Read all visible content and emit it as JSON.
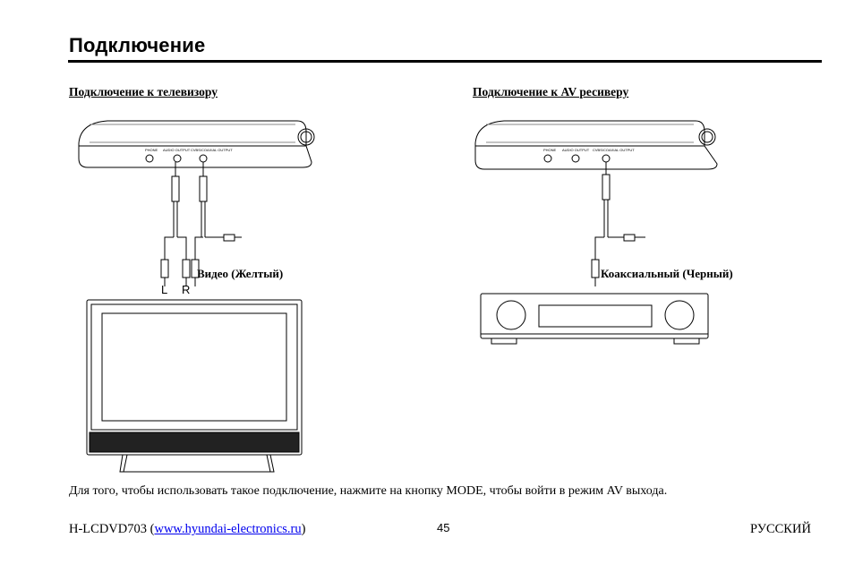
{
  "page": {
    "title": "Подключение",
    "left_section": {
      "heading": "Подключение к телевизору",
      "jack_labels": [
        "PHONE",
        "AUDIO OUTPUT",
        "CVBS/COAXIAL OUTPUT"
      ],
      "video_label": "Видео (Желтый)",
      "left_plug": "L",
      "right_plug": "R"
    },
    "right_section": {
      "heading": "Подключение к AV ресиверу",
      "jack_labels": [
        "PHONE",
        "AUDIO OUTPUT",
        "CVBS/COAXIAL OUTPUT"
      ],
      "coax_label": "Коаксиальный (Черный)"
    },
    "instruction": "Для того, чтобы использовать такое подключение, нажмите на кнопку MODE, чтобы войти в режим AV выхода.",
    "footer": {
      "model": "H-LCDVD703",
      "open_paren": " (",
      "link": "www.hyundai-electronics.ru",
      "close_paren": ")",
      "page_number": "45",
      "language": "РУССКИЙ"
    }
  }
}
